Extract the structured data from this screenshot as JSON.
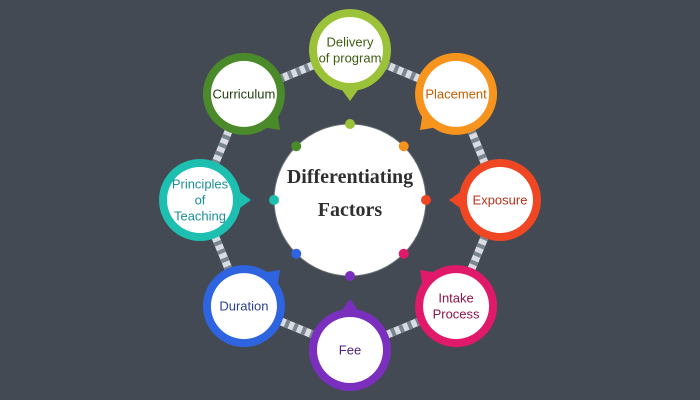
{
  "center": {
    "title_line1": "Differentiating",
    "title_line2": "Factors"
  },
  "nodes": [
    {
      "label_lines": [
        "Delivery",
        "of program"
      ],
      "color": "#9cc23a",
      "text_color": "#3e5d0f"
    },
    {
      "label_lines": [
        "Placement"
      ],
      "color": "#f7941d",
      "text_color": "#c45e00"
    },
    {
      "label_lines": [
        "Exposure"
      ],
      "color": "#ef4723",
      "text_color": "#b9321a"
    },
    {
      "label_lines": [
        "Intake",
        "Process"
      ],
      "color": "#e0196a",
      "text_color": "#8a1548"
    },
    {
      "label_lines": [
        "Fee"
      ],
      "color": "#7b2fbe",
      "text_color": "#4f1c80"
    },
    {
      "label_lines": [
        "Duration"
      ],
      "color": "#2f64e0",
      "text_color": "#2b3f8f"
    },
    {
      "label_lines": [
        "Principles",
        "of",
        "Teaching"
      ],
      "color": "#1dbfb0",
      "text_color": "#1a8e9a"
    },
    {
      "label_lines": [
        "Curriculum"
      ],
      "color": "#4a8a2a",
      "text_color": "#1f3d10"
    }
  ]
}
